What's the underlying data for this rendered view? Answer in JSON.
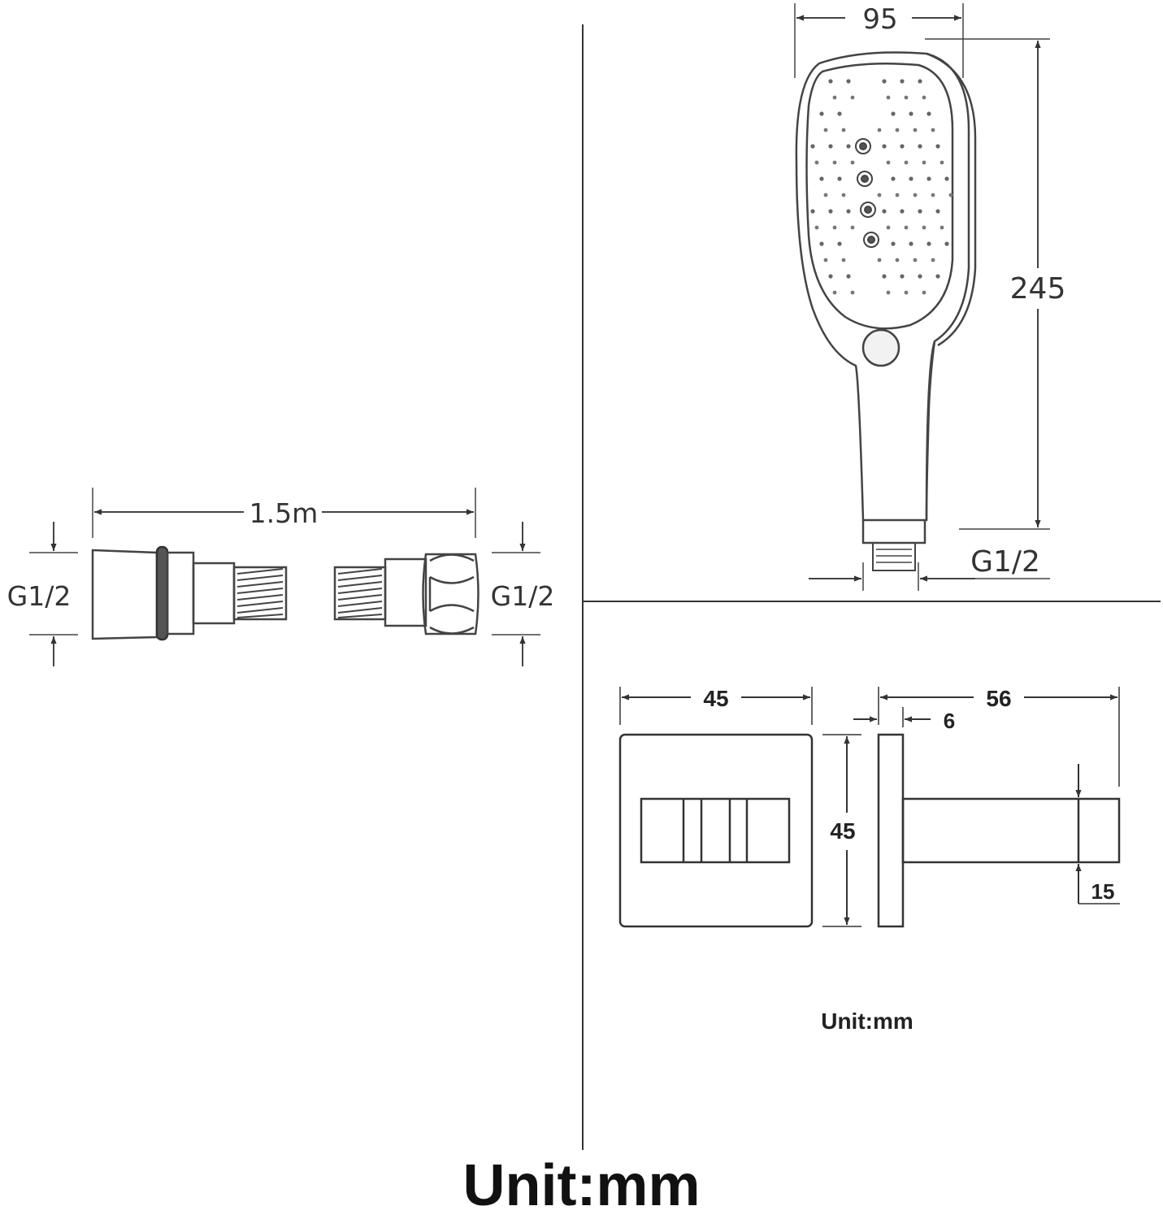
{
  "hose": {
    "length_label": "1.5m",
    "left_thread_label": "G1/2",
    "right_thread_label": "G1/2"
  },
  "handset": {
    "width_label": "95",
    "height_label": "245",
    "thread_label": "G1/2"
  },
  "bracket": {
    "width_label": "45",
    "height_label": "45",
    "depth_label": "56",
    "plate_thickness_label": "6",
    "arm_size_label": "15"
  },
  "unit_small": "Unit:mm",
  "unit_large": "Unit:mm",
  "colors": {
    "line": "#333333",
    "text": "#222222"
  }
}
